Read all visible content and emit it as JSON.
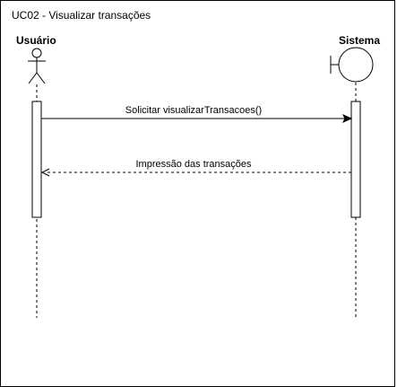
{
  "diagram": {
    "title": "UC02 - Visualizar transações",
    "actors": [
      {
        "name": "Usuário",
        "kind": "actor"
      },
      {
        "name": "Sistema",
        "kind": "boundary"
      }
    ],
    "messages": [
      {
        "label": "Solicitar visualizarTransacoes()",
        "from": "Usuário",
        "to": "Sistema",
        "style": "solid"
      },
      {
        "label": "Impressão das transações",
        "from": "Sistema",
        "to": "Usuário",
        "style": "dashed"
      }
    ]
  }
}
